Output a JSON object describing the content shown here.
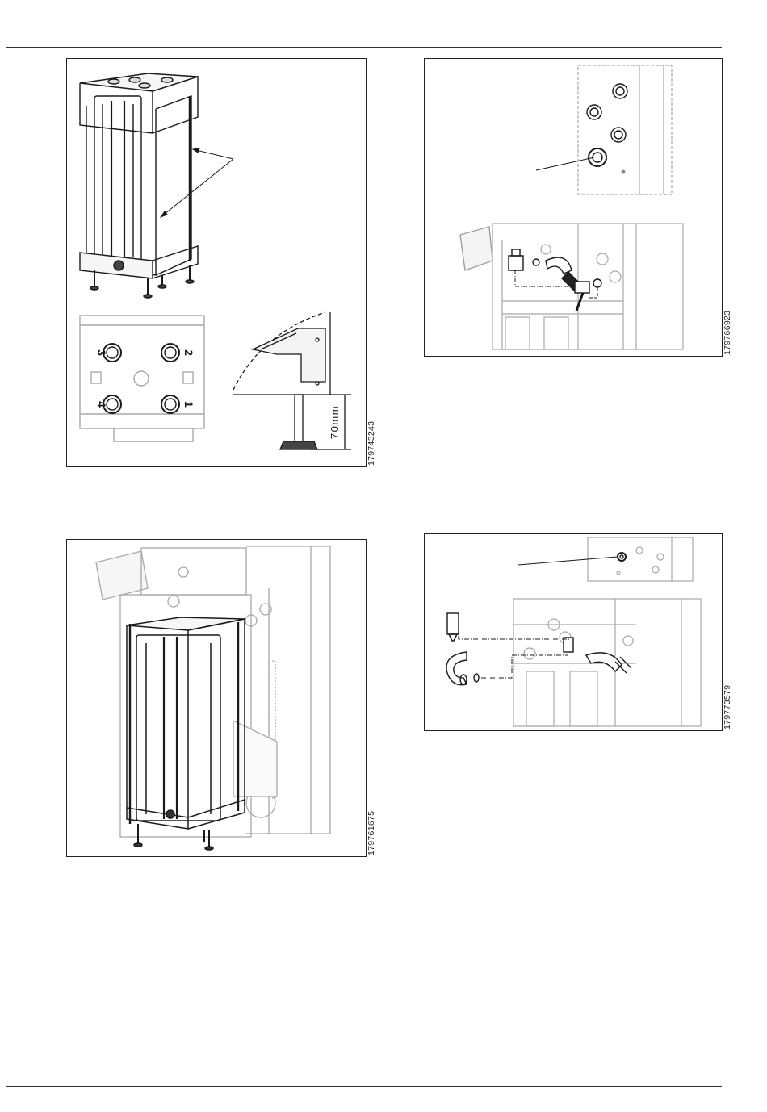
{
  "figures": [
    {
      "id": "179743243",
      "callouts": {
        "c1": "3",
        "c2": "2",
        "c3": "4",
        "c4": "1",
        "dimension": "70mm"
      }
    },
    {
      "id": "179766923"
    },
    {
      "id": "179761675"
    },
    {
      "id": "179773579"
    }
  ]
}
